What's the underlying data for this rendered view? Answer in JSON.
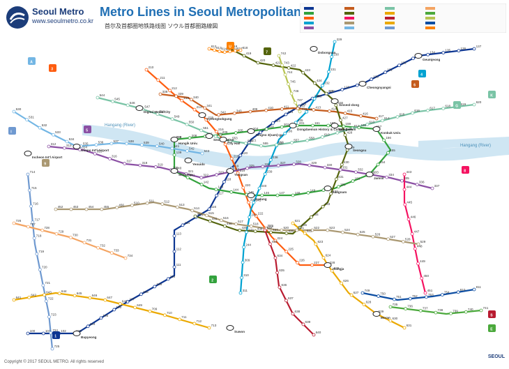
{
  "header": {
    "brand": "Seoul Metro",
    "website": "www.seoulmetro.co.kr",
    "title": "Metro Lines in Seoul Metropolitan Area",
    "subtitle": "首尔及首都圈地铁路线图        ソウル首都圏路線図"
  },
  "footer": {
    "copyright": "Copyright © 2017 SEOUL METRO. All rights reserved",
    "mark": "SEOUL"
  },
  "rivers": [
    {
      "name": "Hangang (River)"
    },
    {
      "name": "Hangang (River)"
    }
  ],
  "line_colors": {
    "1": "#0d3692",
    "2": "#33a23d",
    "3": "#fe5d10",
    "4": "#00a2d1",
    "5": "#8b50a4",
    "6": "#c55c1d",
    "7": "#54640d",
    "8": "#f51361",
    "9": "#aa9872",
    "airport": "#73b6e4",
    "gyeongui": "#7ac4a6",
    "bundang": "#eba900",
    "sinbundang": "#b81b30",
    "suin": "#eba900",
    "incheon1": "#6f99d0",
    "incheon2": "#f4a462",
    "everline": "#4ba93c",
    "uisinseol": "#b7c452",
    "gyeonggang": "#0c4da2",
    "ujeongbu": "#fd8100"
  },
  "line_badges": [
    "1",
    "2",
    "3",
    "4",
    "5",
    "6",
    "7",
    "8",
    "9",
    "A",
    "G",
    "K",
    "S",
    "U",
    "E",
    "I"
  ],
  "hubs": [
    {
      "label": "Seoul Station"
    },
    {
      "label": "City Hall"
    },
    {
      "label": "Jongno 3(sam)-ga"
    },
    {
      "label": "Dongdaemun History & Culture Park"
    },
    {
      "label": "Wangsimni"
    },
    {
      "label": "Gangnam"
    },
    {
      "label": "Sadang"
    },
    {
      "label": "Geumjeong"
    },
    {
      "label": "Bupyeong"
    },
    {
      "label": "Gimpo Int'l Airport"
    },
    {
      "label": "Incheon Int'l Airport"
    },
    {
      "label": "Digital Media City"
    },
    {
      "label": "Hongik Univ."
    },
    {
      "label": "Yeouido"
    },
    {
      "label": "Sindorim"
    },
    {
      "label": "Jamsil"
    },
    {
      "label": "Konkuk Univ."
    },
    {
      "label": "Sinseol-dong"
    },
    {
      "label": "Seongsu"
    },
    {
      "label": "Suwon"
    },
    {
      "label": "Yongsan"
    },
    {
      "label": "Dobongsan"
    },
    {
      "label": "Cheongnyangni"
    },
    {
      "label": "Gyeongbokgung"
    },
    {
      "label": "Jeongja"
    },
    {
      "label": "Moran"
    }
  ],
  "station_codes": [
    "100",
    "101",
    "102",
    "103",
    "104",
    "105",
    "106",
    "107",
    "108",
    "109",
    "110",
    "111",
    "112",
    "113",
    "114",
    "115",
    "116",
    "117",
    "118",
    "119",
    "120",
    "121",
    "122",
    "123",
    "124",
    "125",
    "126",
    "127",
    "128",
    "129",
    "130",
    "131",
    "132",
    "133",
    "134",
    "135",
    "136",
    "137",
    "138",
    "139",
    "140",
    "141",
    "142",
    "143",
    "144",
    "145",
    "146",
    "147",
    "148",
    "149",
    "150",
    "151",
    "152",
    "153",
    "154",
    "155",
    "156",
    "157",
    "158",
    "159",
    "160",
    "161",
    "201",
    "202",
    "203",
    "204",
    "205",
    "206",
    "207",
    "208",
    "209",
    "210",
    "211",
    "212",
    "213",
    "214",
    "215",
    "216",
    "217",
    "218",
    "219",
    "220",
    "221",
    "222",
    "223",
    "224",
    "225",
    "226",
    "227",
    "228",
    "229",
    "230",
    "231",
    "232",
    "233",
    "234",
    "235",
    "236",
    "237",
    "238",
    "239",
    "240",
    "241",
    "242",
    "243",
    "244",
    "309",
    "310",
    "311",
    "312",
    "313",
    "314",
    "315",
    "316",
    "317",
    "318",
    "319",
    "320",
    "321",
    "322",
    "323",
    "324",
    "325",
    "326",
    "327",
    "328",
    "329",
    "330",
    "331",
    "332",
    "333",
    "334",
    "335",
    "336",
    "337",
    "338",
    "339",
    "340",
    "341",
    "342",
    "343",
    "409",
    "410",
    "411",
    "412",
    "413",
    "414",
    "415",
    "416",
    "417",
    "418",
    "419",
    "420",
    "421",
    "422",
    "423",
    "424",
    "425",
    "426",
    "427",
    "428",
    "429",
    "430",
    "431",
    "432",
    "433",
    "434",
    "435",
    "436",
    "437",
    "438",
    "439",
    "440",
    "441",
    "442",
    "443",
    "444",
    "445",
    "446",
    "447",
    "448",
    "449",
    "450",
    "451",
    "452",
    "453",
    "454",
    "455",
    "456",
    "510",
    "511",
    "512",
    "513",
    "514",
    "515",
    "516",
    "517",
    "518",
    "519",
    "520",
    "521",
    "522",
    "523",
    "524",
    "525",
    "526",
    "527",
    "528",
    "529",
    "530",
    "531",
    "532",
    "533",
    "534",
    "535",
    "536",
    "537",
    "538",
    "539",
    "540",
    "541",
    "542",
    "543",
    "544",
    "545",
    "546",
    "547",
    "548",
    "549",
    "550",
    "551",
    "552",
    "553",
    "554",
    "555",
    "556",
    "557",
    "558",
    "610",
    "611",
    "612",
    "613",
    "614",
    "615",
    "616",
    "617",
    "618",
    "619",
    "620",
    "621",
    "622",
    "623",
    "624",
    "625",
    "626",
    "627",
    "628",
    "629",
    "630",
    "631",
    "632",
    "633",
    "634",
    "635",
    "636",
    "637",
    "638",
    "639",
    "640",
    "641",
    "642",
    "643",
    "644",
    "645",
    "646",
    "647",
    "648",
    "649",
    "709",
    "710",
    "711",
    "712",
    "713",
    "714",
    "715",
    "716",
    "717",
    "718",
    "719",
    "720",
    "721",
    "722",
    "723",
    "724",
    "725",
    "726",
    "727",
    "728",
    "729",
    "730",
    "731",
    "732",
    "733",
    "734",
    "735",
    "736",
    "737",
    "738",
    "739",
    "740",
    "741",
    "742",
    "743",
    "744",
    "745",
    "746",
    "747",
    "748",
    "749",
    "750",
    "751",
    "752",
    "753",
    "754",
    "810",
    "811",
    "812",
    "813",
    "814",
    "815",
    "816",
    "817",
    "818",
    "819",
    "820",
    "821",
    "822",
    "823",
    "824",
    "825",
    "826",
    "827",
    "901",
    "902",
    "903",
    "904",
    "905",
    "906",
    "907",
    "908",
    "909",
    "910",
    "911",
    "912",
    "913",
    "914",
    "915",
    "916",
    "917",
    "918",
    "919",
    "920",
    "921",
    "922",
    "923",
    "924",
    "925",
    "926",
    "927",
    "928",
    "929",
    "930"
  ]
}
